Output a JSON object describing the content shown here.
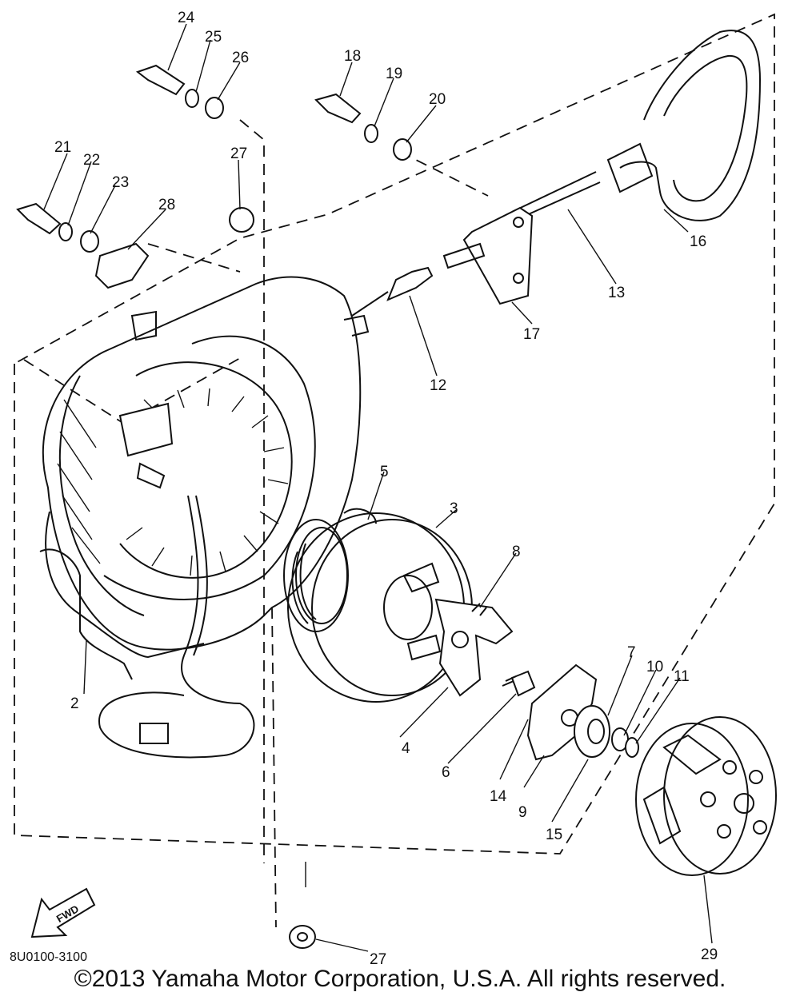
{
  "diagram": {
    "drawing_code": "8U0100-3100",
    "fwd_label": "FWD",
    "copyright": "©2013 Yamaha Motor Corporation, U.S.A. All rights reserved.",
    "labels": {
      "p2": "2",
      "p3": "3",
      "p4": "4",
      "p5": "5",
      "p6": "6",
      "p7": "7",
      "p8": "8",
      "p9": "9",
      "p10": "10",
      "p11": "11",
      "p12": "12",
      "p13": "13",
      "p14": "14",
      "p15": "15",
      "p16": "16",
      "p17": "17",
      "p18": "18",
      "p19": "19",
      "p20": "20",
      "p21": "21",
      "p22": "22",
      "p23": "23",
      "p24": "24",
      "p25": "25",
      "p26": "26",
      "p27a": "27",
      "p27b": "27",
      "p28": "28",
      "p29": "29"
    }
  }
}
